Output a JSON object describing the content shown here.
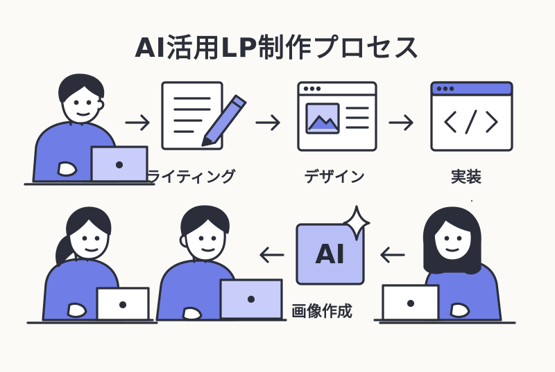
{
  "title": "AI活用LP制作プロセス",
  "steps": {
    "writing": "ライティング",
    "design": "デザイン",
    "implementation": "実装",
    "image_creation": "画像作成"
  },
  "ai_badge": "AI",
  "icons": [
    "pencil-document-icon",
    "web-design-window-icon",
    "code-window-icon",
    "ai-sparkle-icon",
    "arrow-icon",
    "laptop-icon"
  ],
  "colors": {
    "background": "#fbfaf6",
    "accent": "#6f7de6",
    "accent_light": "#c9cdfa",
    "outline": "#2b2e3a",
    "skin": "#ffffff"
  }
}
